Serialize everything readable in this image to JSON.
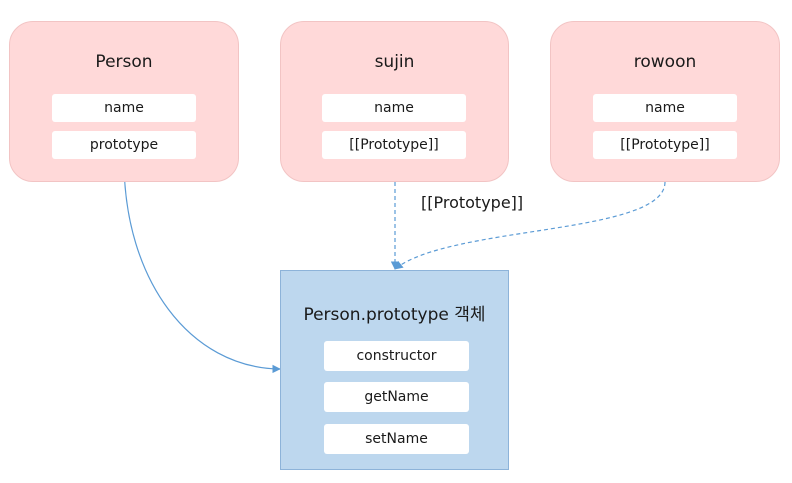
{
  "nodes": {
    "person": {
      "title": "Person",
      "fields": [
        "name",
        "prototype"
      ]
    },
    "sujin": {
      "title": "sujin",
      "fields": [
        "name",
        "[[Prototype]]"
      ]
    },
    "rowoon": {
      "title": "rowoon",
      "fields": [
        "name",
        "[[Prototype]]"
      ]
    },
    "person_prototype": {
      "title": "Person.prototype 객체",
      "fields": [
        "constructor",
        "getName",
        "setName"
      ]
    }
  },
  "edges": {
    "prototype_link_label": "[[Prototype]]"
  },
  "colors": {
    "instance_fill": "#ffd9d9",
    "prototype_fill": "#bdd7ee",
    "edge_stroke": "#5b9bd5"
  }
}
